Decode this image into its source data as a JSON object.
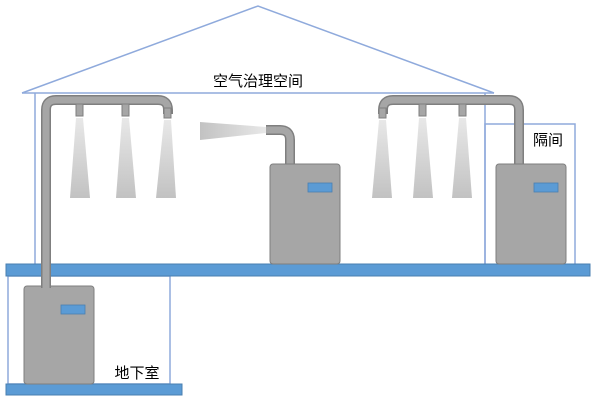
{
  "labels": {
    "main_space": "空气治理空间",
    "compartment": "隔间",
    "basement": "地下室"
  },
  "colors": {
    "floor_slab": "#5b9bd5",
    "equipment": "#a6a6a6",
    "equipment_stroke": "#7f7f7f",
    "panel": "#5b9bd5",
    "outline": "#8faadc",
    "spray": "#c8c8c8",
    "text": "#000000"
  }
}
